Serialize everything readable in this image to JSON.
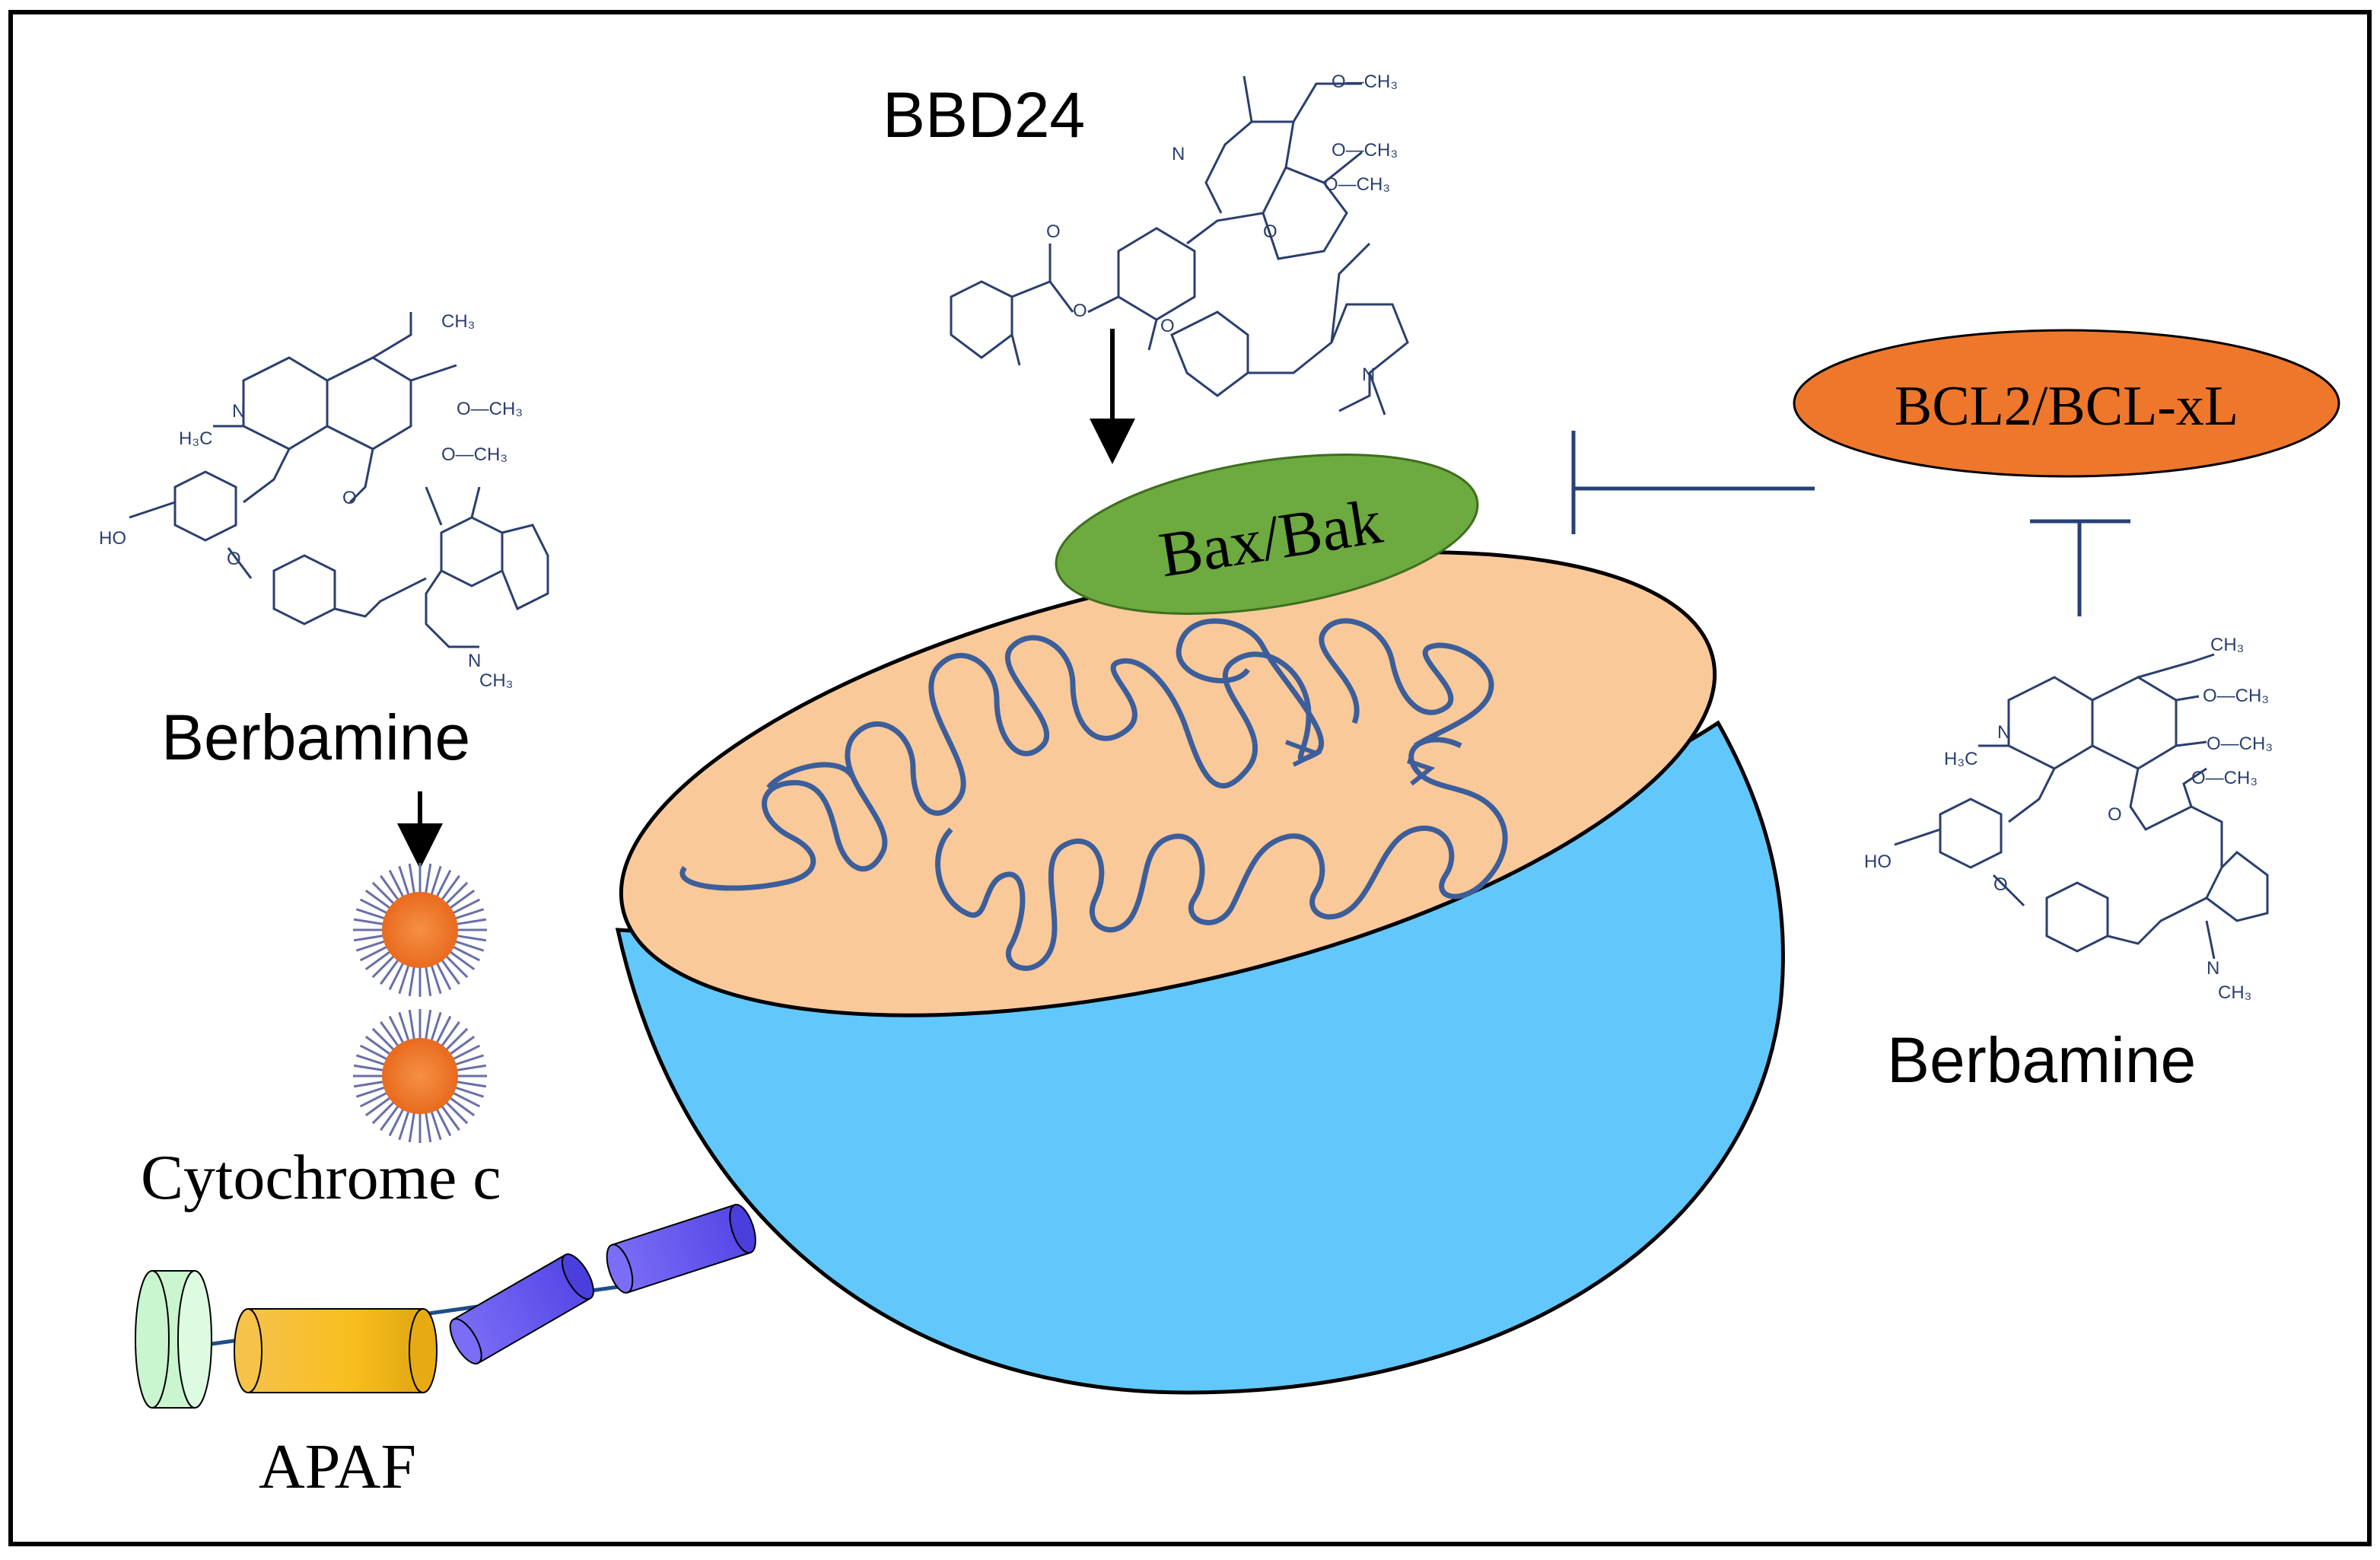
{
  "labels": {
    "bbd24": "BBD24",
    "berbamine_left": "Berbamine",
    "berbamine_right": "Berbamine",
    "cytochrome_c": "Cytochrome c",
    "apaf": "APAF",
    "bax_bak": "Bax/Bak",
    "bcl2": "BCL2/BCL-xL"
  },
  "chem_labels": {
    "ch3": "CH₃",
    "och3": "O—CH₃",
    "o": "O",
    "n": "N",
    "h3c": "H₃C",
    "ho": "HO"
  },
  "colors": {
    "outline": "#000000",
    "mito_matrix_top": "#F9C99A",
    "mito_body": "#62C8FB",
    "cristae": "#3C5E9A",
    "bax_bak": "#6DAA3F",
    "bcl2": "#EE772B",
    "cytochrome": "#EE772B",
    "cytochrome_spikes": "#6A6FA8",
    "apaf_green": "#C9F5CF",
    "apaf_yellow": "#F8BE1E",
    "apaf_purple": "#6A5CF0",
    "structure_lines": "#2B3F6E",
    "inhibit_lines": "#27407A"
  }
}
